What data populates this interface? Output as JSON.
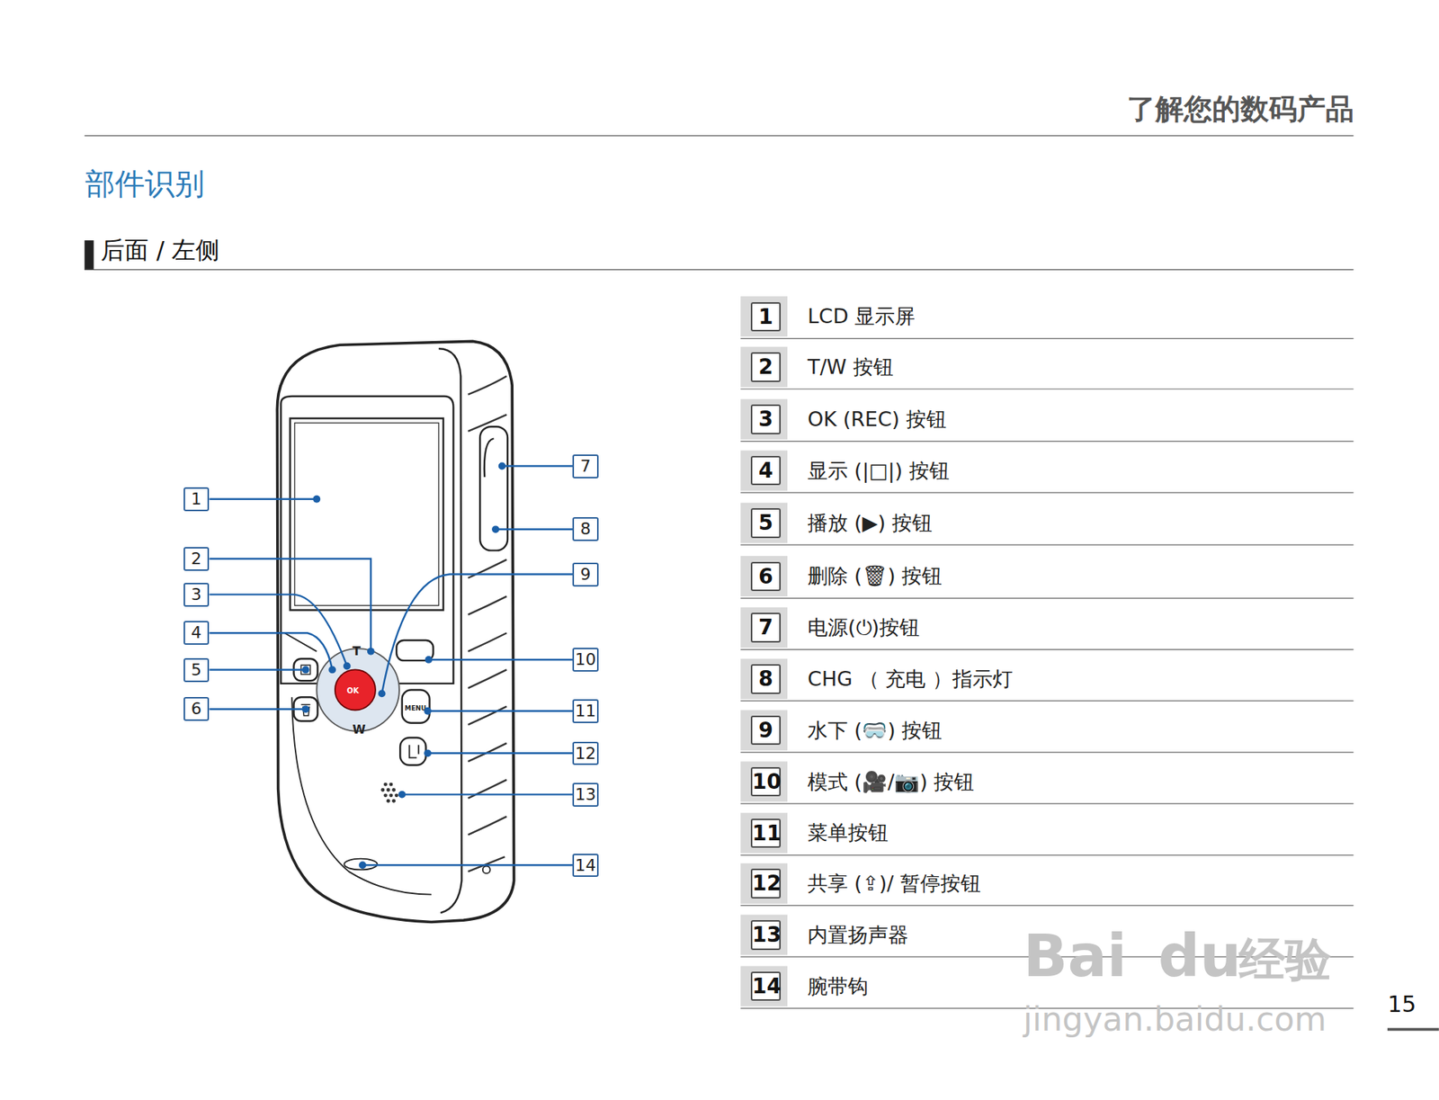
{
  "diagram": {
    "title": "部件识别",
    "labels": [
      "了解您的数码产品",
      "后面 / 左侧",
      "1",
      "2",
      "3",
      "4",
      "5",
      "6",
      "7",
      "8",
      "9",
      "10",
      "11",
      "12",
      "13",
      "14",
      "1",
      "LCD 显示屏",
      "2",
      "T/W 按钮",
      "3",
      "OK (REC) 按钮",
      "4",
      "显示 (|□|) 按钮",
      "5",
      "播放 (▶) 按钮",
      "6",
      "删除 (🗑) 按钮",
      "7",
      "电源(⏻)按钮",
      "8",
      "CHG （ 充电 ）指示灯",
      "9",
      "水下 (🥽) 按钮",
      "10",
      "模式 (🎥/📷) 按钮",
      "11",
      "菜单按钮",
      "12",
      "共享 (⇪)/ 暂停按钮",
      "13",
      "内置扬声器",
      "14",
      "腕带钩",
      "15",
      "Bai",
      "du",
      "经验",
      "jingyan.baidu.com"
    ]
  }
}
